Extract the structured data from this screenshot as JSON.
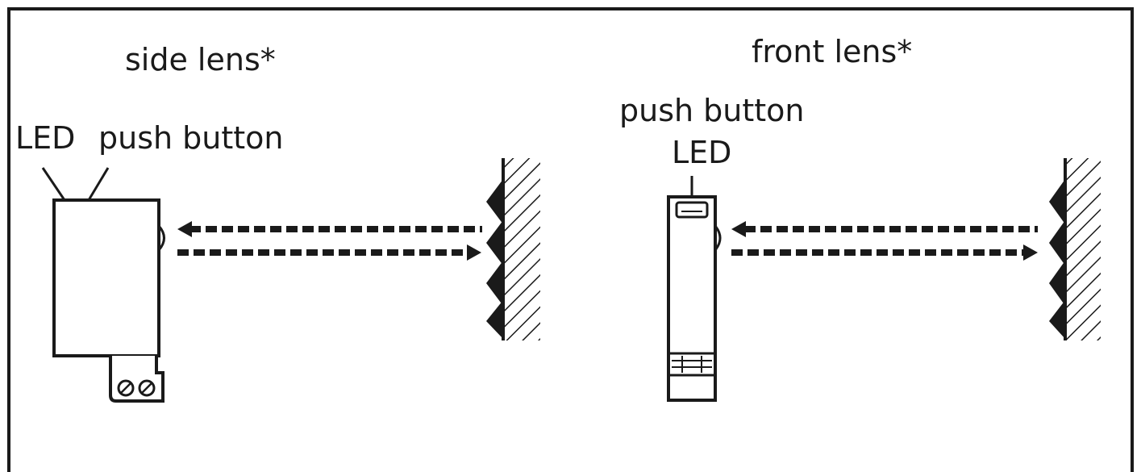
{
  "left": {
    "title": "side lens*",
    "led_label": "LED",
    "button_label": "push button"
  },
  "right": {
    "title": "front lens*",
    "button_label": "push button",
    "led_label": "LED"
  },
  "colors": {
    "ink": "#1a1a1a",
    "background": "#ffffff"
  }
}
